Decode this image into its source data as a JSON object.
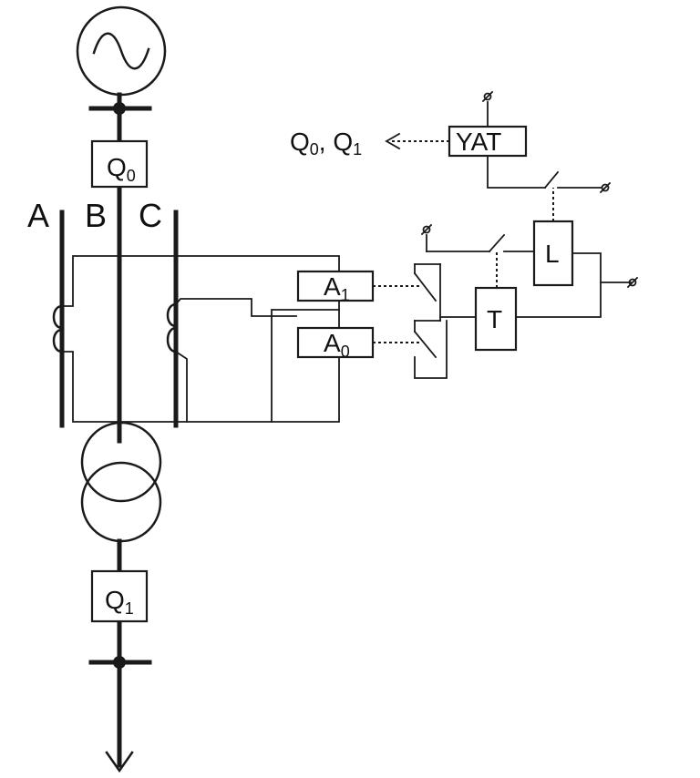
{
  "phases": [
    "A",
    "B",
    "C"
  ],
  "devices": {
    "q0": {
      "main": "Q",
      "sub": "0"
    },
    "q1": {
      "main": "Q",
      "sub": "1"
    },
    "a1": {
      "main": "A",
      "sub": "1"
    },
    "a0": {
      "main": "A",
      "sub": "0"
    },
    "t": {
      "main": "T"
    },
    "l": {
      "main": "L"
    },
    "yat": {
      "main": "YAT"
    }
  },
  "trip_targets": {
    "q_main": "Q",
    "sub0": "0",
    "separator": ", ",
    "sub1": "1"
  },
  "icons": [
    "generator-icon",
    "transformer-icon",
    "current-transformer-icon",
    "relay-contact-icon",
    "terminal-icon",
    "arrow-down-icon"
  ]
}
